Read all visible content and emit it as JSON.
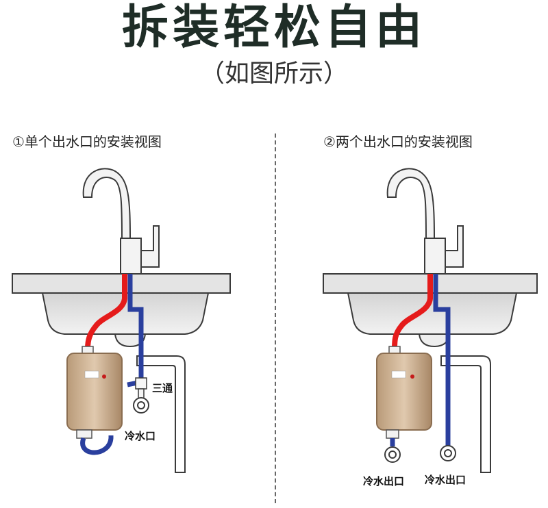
{
  "header": {
    "title": "拆装轻松自由",
    "subtitle": "（如图所示）"
  },
  "panels": [
    {
      "caption": "①单个出水口的安装视图",
      "labels": {
        "tee": "三通",
        "cold_inlet": "冷水口"
      }
    },
    {
      "caption": "②两个出水口的安装视图",
      "labels": {
        "outlet_a": "冷水出口",
        "outlet_b": "冷水出口"
      }
    }
  ],
  "colors": {
    "hot_pipe": "#e51b1b",
    "cold_pipe": "#2a3f9e",
    "heater_body": "#c9ad8e",
    "basin": "#dcdcdc",
    "outline": "#3a3a3a"
  },
  "icons": [
    "faucet-icon",
    "sink-basin",
    "water-heater-unit",
    "drain-pipe",
    "tee-valve-icon",
    "outlet-valve-icon"
  ]
}
